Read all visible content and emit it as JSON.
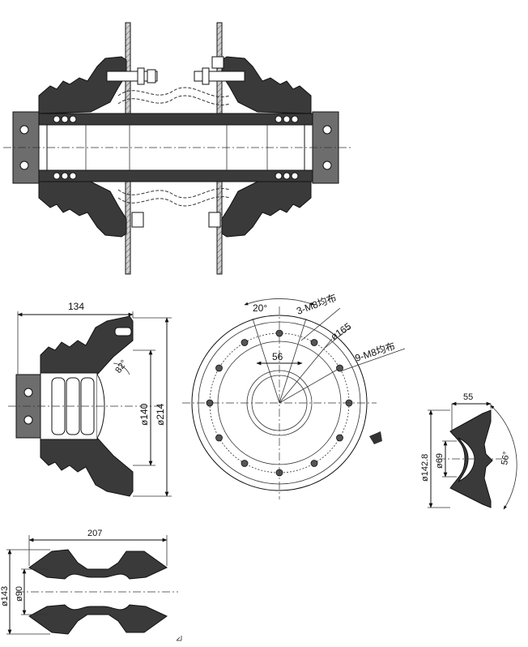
{
  "views": {
    "assembly": {},
    "side_view": {
      "dim_length": "134",
      "dim_angle": "82°",
      "dim_inner_dia": "ø140",
      "dim_outer_dia": "ø214"
    },
    "flange_plan": {
      "dim_pitch_angle": "20°",
      "dim_chord": "56",
      "dim_pcd": "ø165",
      "note_holes_a": "3-M8均布",
      "note_holes_b": "9-M8均布"
    },
    "ring_section": {
      "dim_width": "55",
      "dim_outer_dia": "ø142.8",
      "dim_inner_dia": "ø69",
      "dim_angle": "56°"
    },
    "sleeve_section": {
      "dim_length": "207",
      "dim_outer_dia": "ø143",
      "dim_inner_dia": "ø90"
    }
  },
  "colors": {
    "ink": "#111111",
    "rubber": "#3a3a3a",
    "steel": "#6d6d6d"
  },
  "icons": [
    "return-mark-icon"
  ]
}
